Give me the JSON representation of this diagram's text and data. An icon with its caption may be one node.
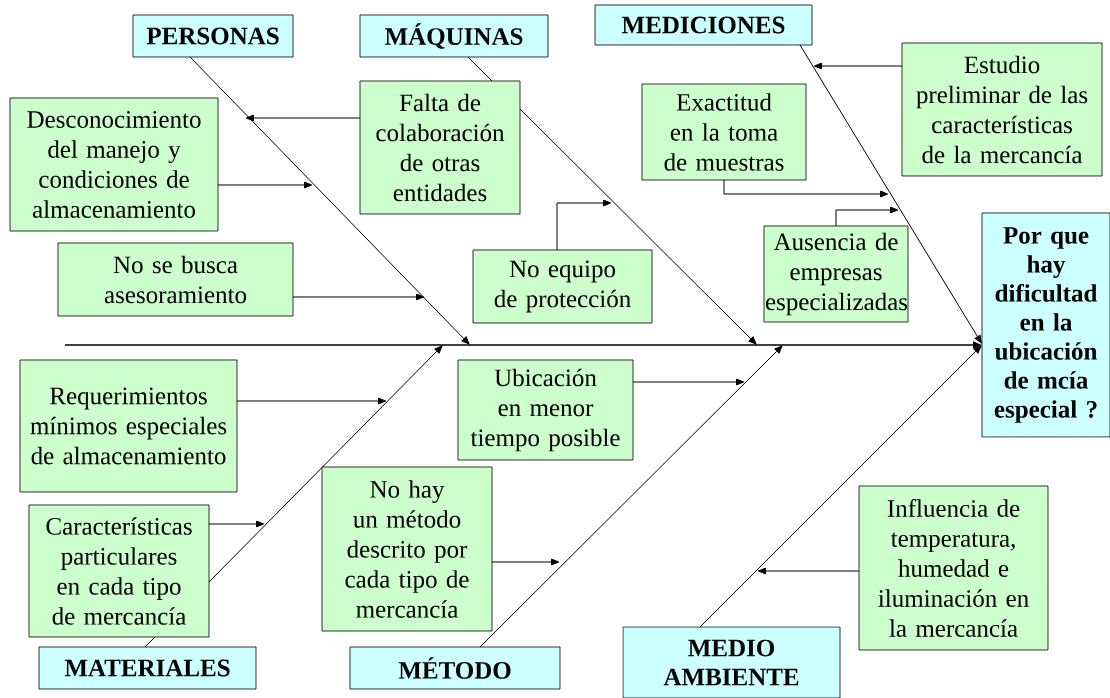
{
  "diagram": {
    "nodes": [
      {
        "text": [
          "PERSONAS"
        ]
      },
      {
        "text": [
          "MÁQUINAS"
        ]
      },
      {
        "text": [
          "MEDICIONES"
        ]
      },
      {
        "text": [
          "Por que hay dificultad en la ubicación de mcía especial ?"
        ]
      },
      {
        "text": [
          "MATERIALES"
        ]
      },
      {
        "text": [
          "MÉTODO"
        ]
      },
      {
        "text": [
          "MEDIO AMBIENTE"
        ]
      },
      {
        "text": [
          "Desconocimiento del manejo y condiciones de almacenamiento"
        ]
      },
      {
        "text": [
          "No se busca asesoramiento"
        ]
      },
      {
        "text": [
          "Falta de colaboración de otras entidades"
        ]
      },
      {
        "text": [
          "No equipo de protección"
        ]
      },
      {
        "text": [
          "Exactitud en la toma de muestras"
        ]
      },
      {
        "text": [
          "Estudio preliminar de las características de la mercancía"
        ]
      },
      {
        "text": [
          "Ausencia de empresas especializadas"
        ]
      },
      {
        "text": [
          "Requerimientos mínimos especiales de almacenamiento"
        ]
      },
      {
        "text": [
          "Características particulares en cada tipo de mercancía"
        ]
      },
      {
        "text": [
          "Ubicación en menor tiempo posible"
        ]
      },
      {
        "text": [
          "No hay un método descrito por cada tipo de mercancía"
        ]
      },
      {
        "text": [
          "Influencia de temperatura, humedad e iluminación en la mercancía"
        ]
      }
    ],
    "edges": [
      {
        "from": null,
        "to": 3,
        "arrow": "to"
      },
      {
        "from": 0,
        "to": null,
        "arrow": "to"
      },
      {
        "from": 1,
        "to": null,
        "arrow": "to"
      },
      {
        "from": 2,
        "to": 3,
        "arrow": "to"
      },
      {
        "from": 4,
        "to": null,
        "arrow": "to"
      },
      {
        "from": 5,
        "to": null,
        "arrow": "to"
      },
      {
        "from": 6,
        "to": 3,
        "arrow": "to"
      },
      {
        "from": 7,
        "to": null,
        "arrow": "to"
      },
      {
        "from": 8,
        "to": null,
        "arrow": "to"
      },
      {
        "from": 9,
        "to": null,
        "arrow": "to"
      },
      {
        "from": 10,
        "to": null,
        "arrow": "to"
      },
      {
        "from": 11,
        "to": null,
        "arrow": "to"
      },
      {
        "from": 12,
        "to": null,
        "arrow": "to"
      },
      {
        "from": 13,
        "to": null,
        "arrow": "to"
      },
      {
        "from": 14,
        "to": null,
        "arrow": "to"
      },
      {
        "from": 15,
        "to": null,
        "arrow": "to"
      },
      {
        "from": 16,
        "to": null,
        "arrow": "to"
      },
      {
        "from": 17,
        "to": null,
        "arrow": "to"
      },
      {
        "from": 18,
        "to": null,
        "arrow": "to"
      }
    ]
  }
}
